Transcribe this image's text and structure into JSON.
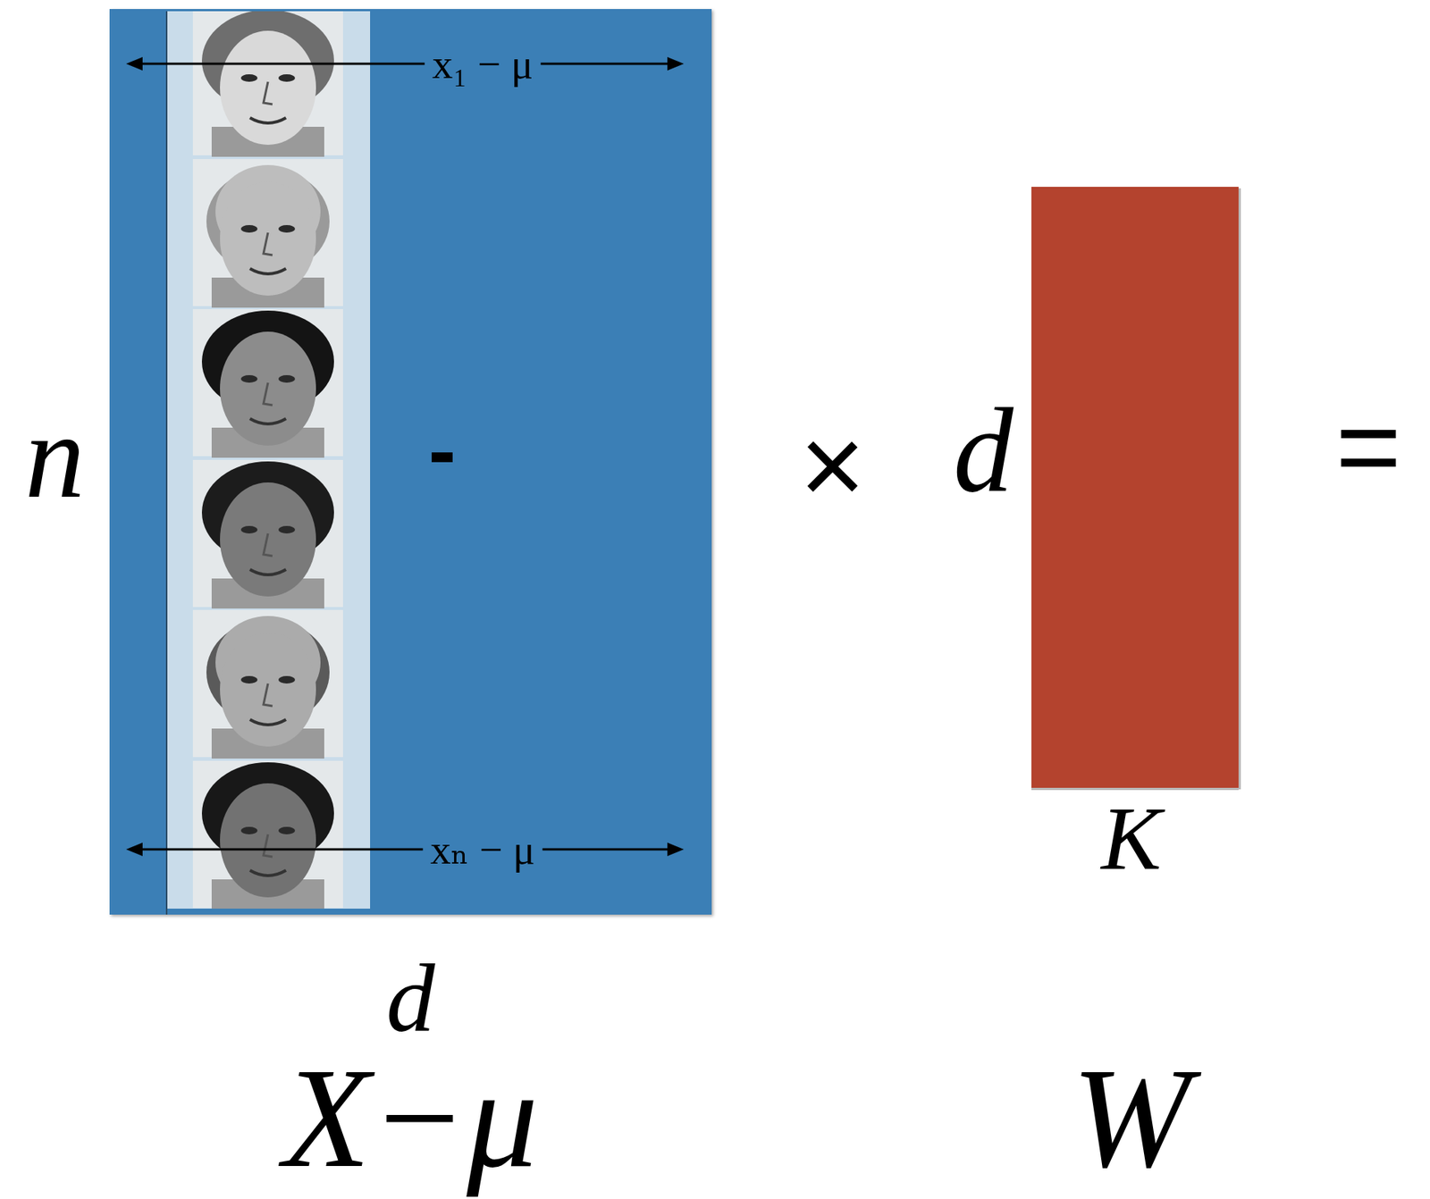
{
  "diagram": {
    "nodes": [
      {
        "text": [
          "x₁ − μ",
          "xₙ − μ"
        ]
      }
    ],
    "labels": [
      "n",
      "-",
      "×",
      "d",
      "=",
      "K",
      "d",
      "X−μ",
      "W"
    ]
  }
}
